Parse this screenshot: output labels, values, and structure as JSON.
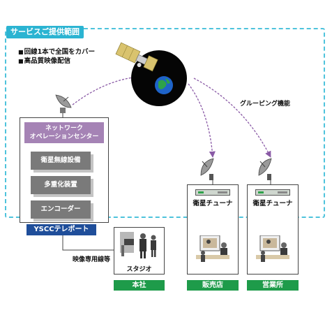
{
  "service_title": "サービスご提供範囲",
  "features": [
    "回線1本で全国をカバー",
    "高品質映像配信"
  ],
  "grouping_label": "グルーピング機能",
  "teleport": {
    "noc_label": "ネットワーク\nオペレーションセンター",
    "equipment": [
      "衛星無線設備",
      "多重化装置",
      "エンコーダー"
    ],
    "name_label": "YSCCテレポート"
  },
  "line_label": "映像専用線等",
  "studio_label": "スタジオ",
  "sites": [
    {
      "tuner_label": "",
      "label": "本社"
    },
    {
      "tuner_label": "衛星チューナ",
      "label": "販売店"
    },
    {
      "tuner_label": "衛星チューナ",
      "label": "営業所"
    }
  ],
  "colors": {
    "service_border": "#4ec3dc",
    "service_title_bg": "#2bb4d2",
    "noc_bg": "#a583b5",
    "equipment_bg": "#7a7a7a",
    "teleport_label_bg": "#1f4e9a",
    "site_label_bg": "#1e9b4a",
    "arrow_color": "#8a5aa6"
  }
}
